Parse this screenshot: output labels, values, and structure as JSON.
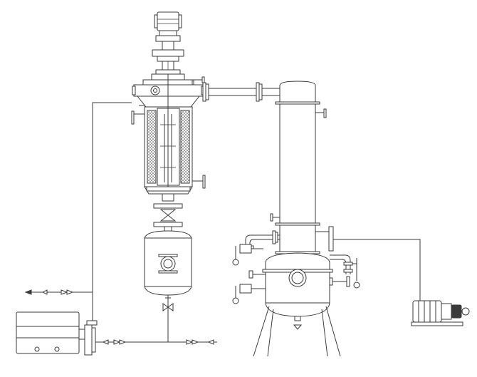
{
  "diagram": {
    "kind": "process-equipment-schematic",
    "colors": {
      "line": "#3a3a3a",
      "background": "#ffffff"
    },
    "components": [
      "agitator-motor",
      "gear-reducer",
      "short-path-evaporator",
      "vapor-pipe",
      "condenser-column",
      "receiver-tank",
      "residue-receiver",
      "vacuum-pump",
      "feed-pump"
    ]
  }
}
